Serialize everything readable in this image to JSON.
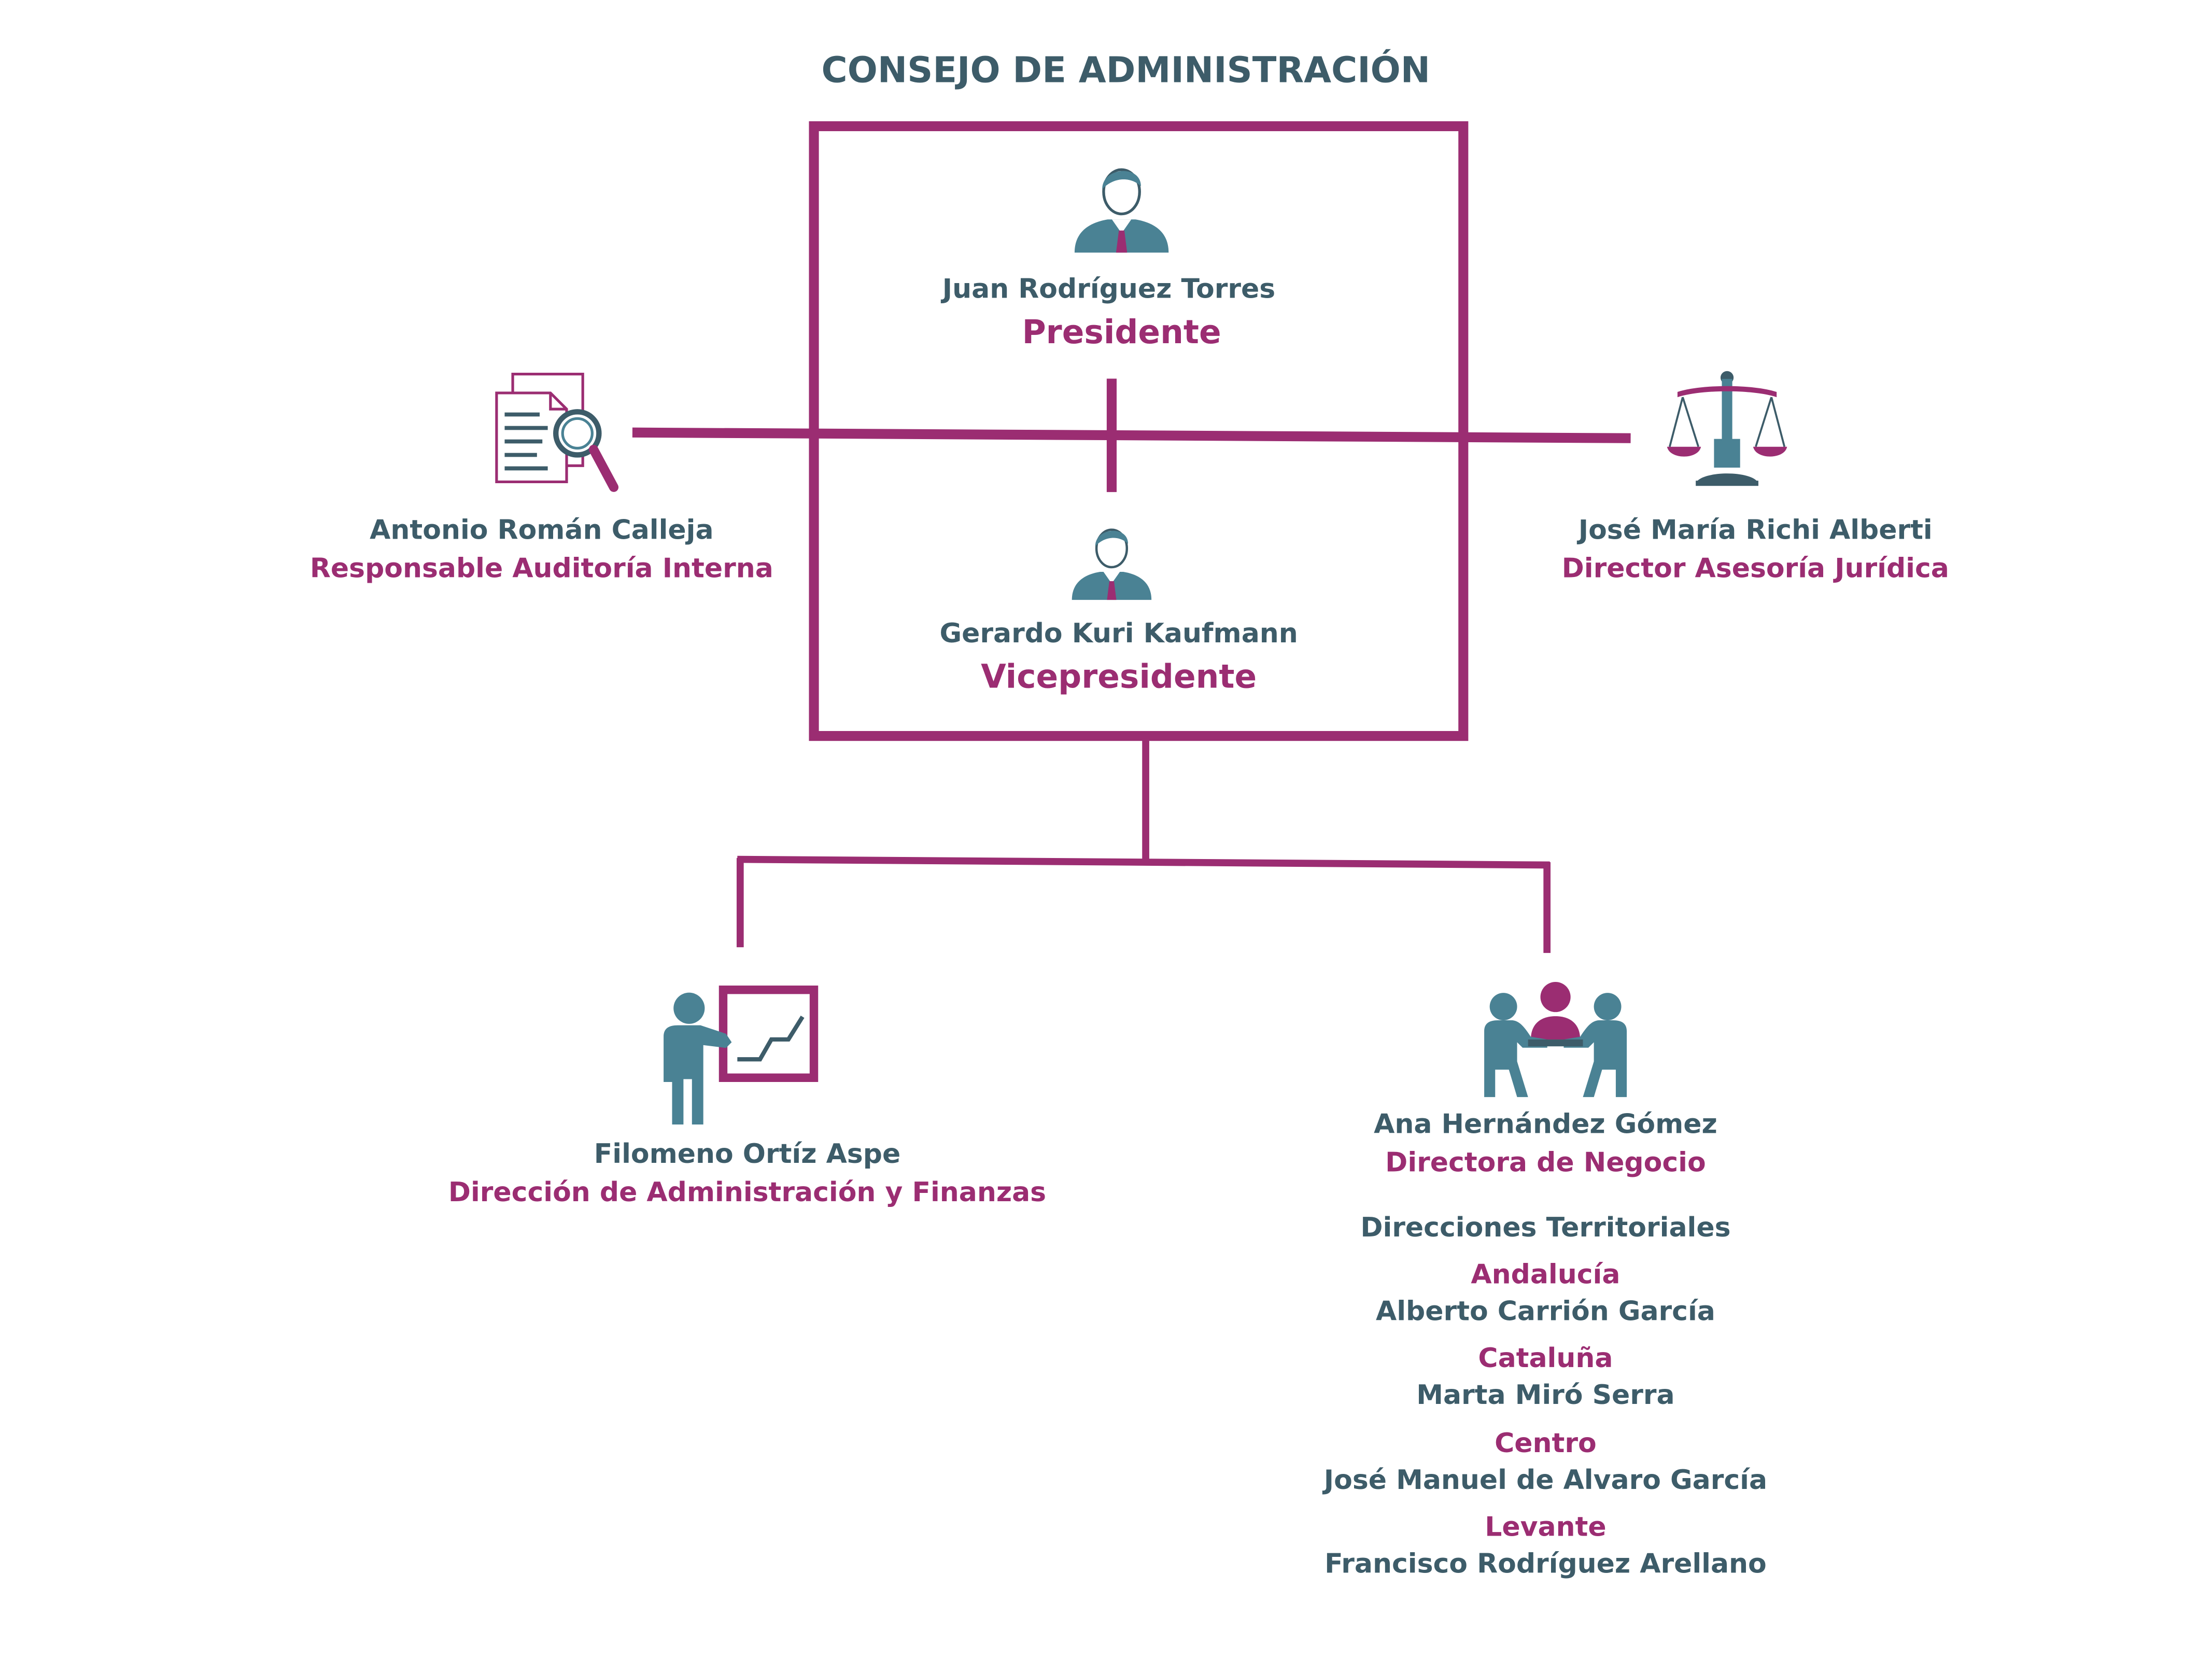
{
  "title": "CONSEJO DE ADMINISTRACIÓN",
  "colors": {
    "accent": "#9b2d72",
    "primary_text": "#3d5c69",
    "icon_fill": "#4a8294"
  },
  "board": {
    "president": {
      "name": "Juan Rodríguez Torres",
      "role": "Presidente",
      "icon": "businessman-icon"
    },
    "vice_president": {
      "name": "Gerardo Kuri Kaufmann",
      "role": "Vicepresidente",
      "icon": "businessman-icon"
    }
  },
  "left_advisor": {
    "name": "Antonio Román Calleja",
    "role": "Responsable Auditoría Interna",
    "icon": "document-magnifier-icon"
  },
  "right_advisor": {
    "name": "José María Richi Alberti",
    "role": "Director Asesoría Jurídica",
    "icon": "scales-of-justice-icon"
  },
  "finance": {
    "name": "Filomeno Ortíz Aspe",
    "role": "Dirección de Administración y Finanzas",
    "icon": "presenter-chart-icon"
  },
  "business": {
    "name": "Ana Hernández Gómez",
    "role": "Directora de Negocio",
    "icon": "meeting-icon",
    "territories_heading": "Direcciones Territoriales",
    "territories": [
      {
        "region": "Andalucía",
        "director": "Alberto Carrión García"
      },
      {
        "region": "Cataluña",
        "director": "Marta Miró Serra"
      },
      {
        "region": "Centro",
        "director": "José Manuel de Alvaro García"
      },
      {
        "region": "Levante",
        "director": "Francisco Rodríguez Arellano"
      }
    ]
  }
}
